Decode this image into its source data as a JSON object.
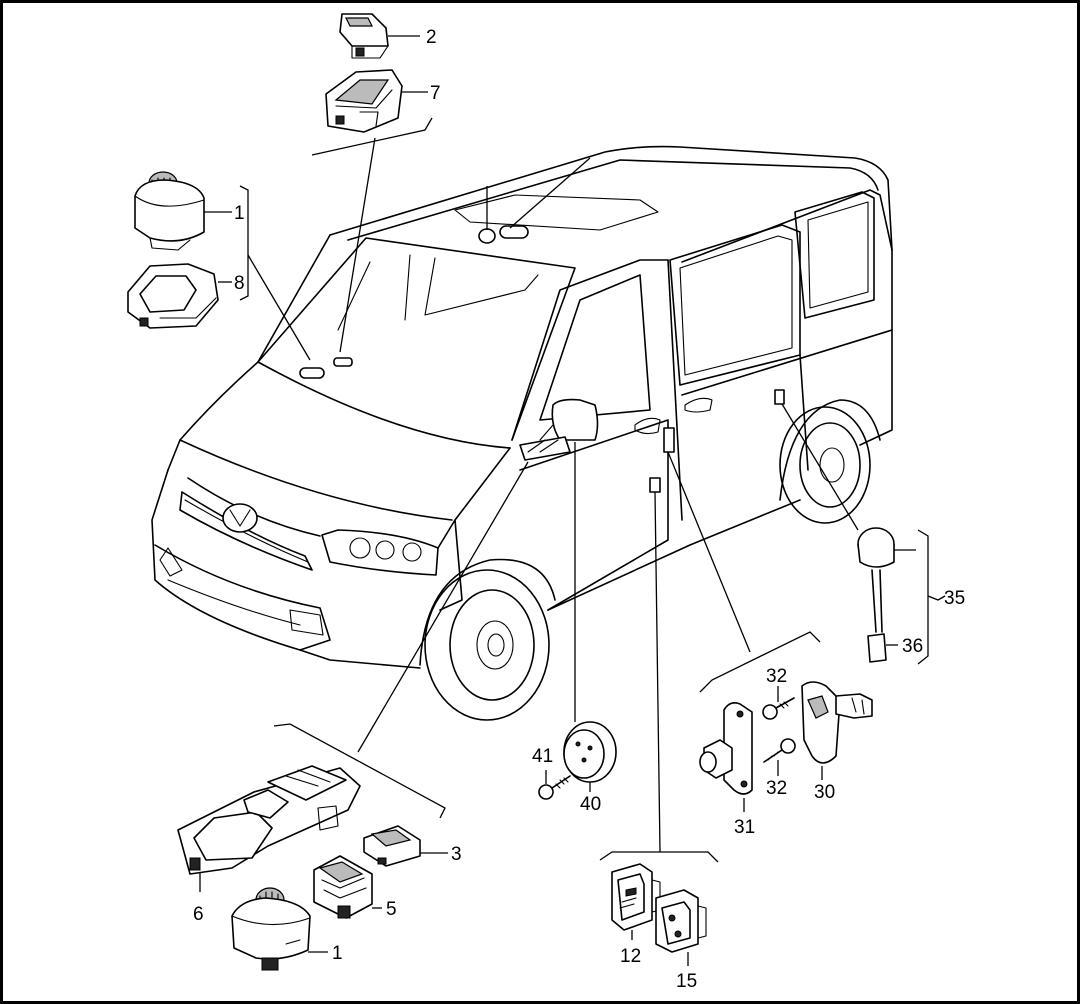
{
  "labels": {
    "l1_top": "1",
    "l2": "2",
    "l7": "7",
    "l8": "8",
    "l3": "3",
    "l5": "5",
    "l6": "6",
    "l1_bottom": "1",
    "l35": "35",
    "l36": "36",
    "l32_upper": "32",
    "l32_lower": "32",
    "l30": "30",
    "l31": "31",
    "l41": "41",
    "l40": "40",
    "l12": "12",
    "l15": "15"
  }
}
